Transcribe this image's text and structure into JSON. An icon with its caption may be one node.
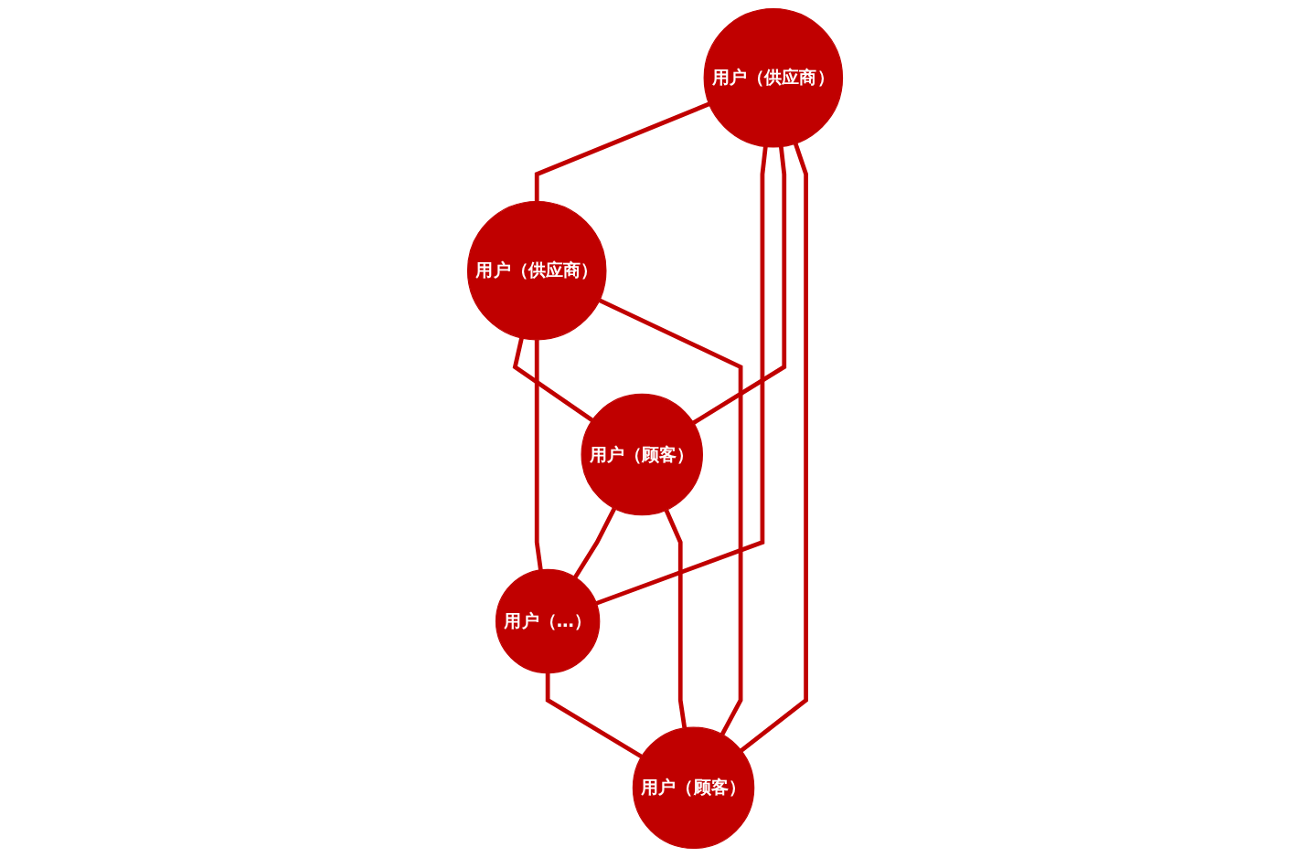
{
  "diagram": {
    "nodes": [
      {
        "text": [
          "用户（供应商）"
        ]
      },
      {
        "text": [
          "用户（顾客）"
        ]
      },
      {
        "text": [
          "用户（供应商）"
        ]
      },
      {
        "text": [
          "用户（…）"
        ]
      },
      {
        "text": [
          "用户（顾客）"
        ]
      }
    ],
    "edges": [
      {
        "from": 0,
        "to": 2,
        "arrow": "none"
      },
      {
        "from": 2,
        "to": 4,
        "arrow": "none"
      },
      {
        "from": 4,
        "to": 3,
        "arrow": "none"
      },
      {
        "from": 3,
        "to": 1,
        "arrow": "none"
      },
      {
        "from": 1,
        "to": 0,
        "arrow": "none"
      },
      {
        "from": 0,
        "to": 3,
        "arrow": "none"
      },
      {
        "from": 0,
        "to": 4,
        "arrow": "none"
      },
      {
        "from": 1,
        "to": 2,
        "arrow": "none"
      },
      {
        "from": 1,
        "to": 4,
        "arrow": "none"
      },
      {
        "from": 2,
        "to": 3,
        "arrow": "none"
      }
    ]
  }
}
